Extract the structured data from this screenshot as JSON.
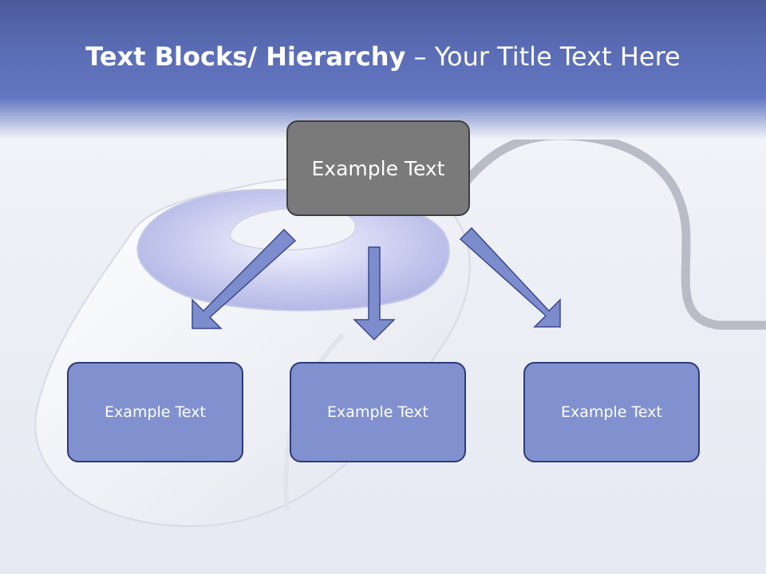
{
  "slide": {
    "title_bold": "Text Blocks/ Hierarchy",
    "title_sep": " – ",
    "title_rest": "Your Title Text Here"
  },
  "diagram": {
    "root": {
      "label": "Example Text"
    },
    "children": [
      {
        "label": "Example Text"
      },
      {
        "label": "Example Text"
      },
      {
        "label": "Example Text"
      }
    ]
  },
  "colors": {
    "header": "#6376c1",
    "root_fill": "#7a7a7a",
    "child_fill": "#8191cf",
    "arrow_fill": "#7c8ccc"
  }
}
